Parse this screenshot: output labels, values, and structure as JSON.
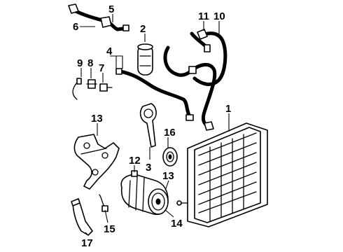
{
  "callouts": {
    "c1": "1",
    "c2": "2",
    "c3": "3",
    "c4": "4",
    "c5": "5",
    "c6": "6",
    "c7": "7",
    "c8": "8",
    "c9": "9",
    "c10": "10",
    "c11": "11",
    "c12": "12",
    "c13a": "13",
    "c13b": "13",
    "c14": "14",
    "c15": "15",
    "c16": "16",
    "c17": "17"
  }
}
